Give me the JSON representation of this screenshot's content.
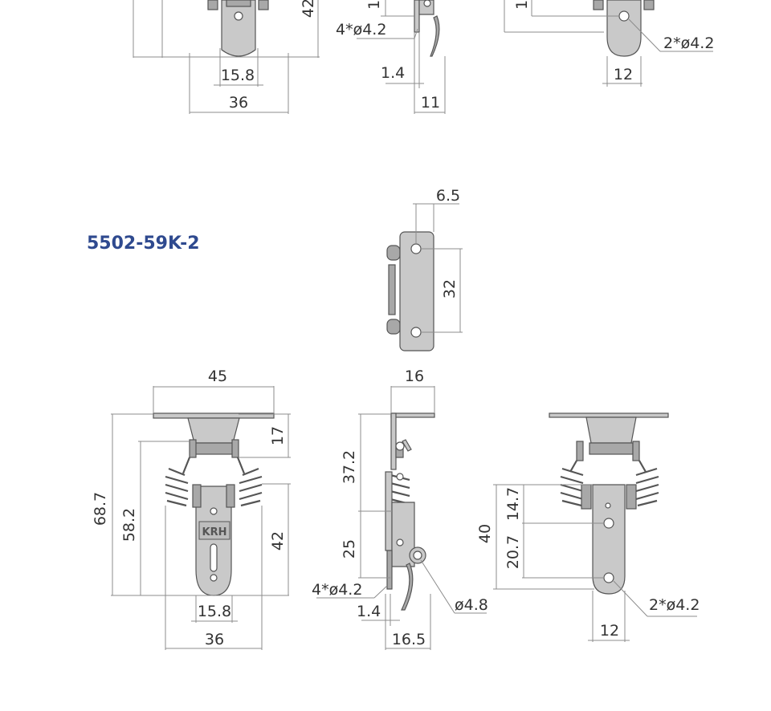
{
  "model_label": "5502-59K-2",
  "colors": {
    "label": "#2f4a8f",
    "line": "#8c8c8c",
    "part": "#c9c9c9",
    "text": "#333333"
  },
  "top_views": {
    "front": {
      "dim_42_partial": "42",
      "width_15_8": "15.8",
      "width_36": "36"
    },
    "side": {
      "partial_height": "1",
      "holes": "4*ø4.2",
      "thickness": "1.4",
      "width": "11"
    },
    "back": {
      "partial_height": "1",
      "holes": "2*ø4.2",
      "width": "12"
    }
  },
  "mount_plate": {
    "offset": "6.5",
    "hole_spacing": "32"
  },
  "front_view": {
    "plate_width": "45",
    "overall_height": "68.7",
    "catch_height": "58.2",
    "top_gap": "17",
    "lever_height": "42",
    "lever_width": "15.8",
    "base_width": "36",
    "logo": "KRH"
  },
  "side_view": {
    "plate_depth": "16",
    "upper_height": "37.2",
    "lower_height": "25",
    "holes": "4*ø4.2",
    "thickness": "1.4",
    "base_depth": "16.5",
    "pin_hole": "ø4.8"
  },
  "rear_view": {
    "height_40": "40",
    "height_14_7": "14.7",
    "height_20_7": "20.7",
    "holes": "2*ø4.2",
    "width_12": "12"
  }
}
